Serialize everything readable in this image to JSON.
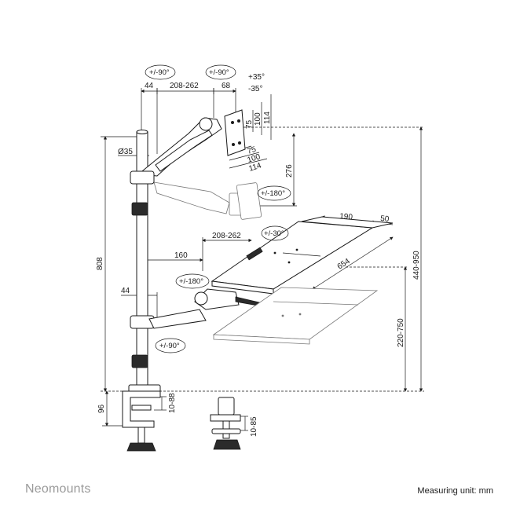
{
  "diagram": {
    "dimensions": {
      "rot_top_left": "+/-90°",
      "rot_top_right": "+/-90°",
      "offset_44_top": "44",
      "arm_range_top": "208-262",
      "offset_68": "68",
      "tilt_up": "+35°",
      "tilt_down": "-35°",
      "vesa_75_v": "75",
      "vesa_100_v": "100",
      "vesa_114_v": "114",
      "vesa_75_h": "75",
      "vesa_100_h": "100",
      "vesa_114_h": "114",
      "pole_diameter": "Ø35",
      "height_276": "276",
      "rot_180_top": "+/-180°",
      "tray_190": "190",
      "tray_50": "50",
      "arm_range_mid": "208-262",
      "rot_30": "+/-30°",
      "offset_160": "160",
      "tray_654": "654",
      "rot_180_mid": "+/-180°",
      "offset_44_mid": "44",
      "rot_90_low": "+/-90°",
      "height_808": "808",
      "height_440_950": "440-950",
      "height_220_750": "220-750",
      "clamp_96": "96",
      "clamp_10_88": "10-88",
      "grommet_10_85": "10-85"
    }
  },
  "footer": {
    "brand": "Neomounts",
    "unit": "Measuring unit: mm"
  }
}
